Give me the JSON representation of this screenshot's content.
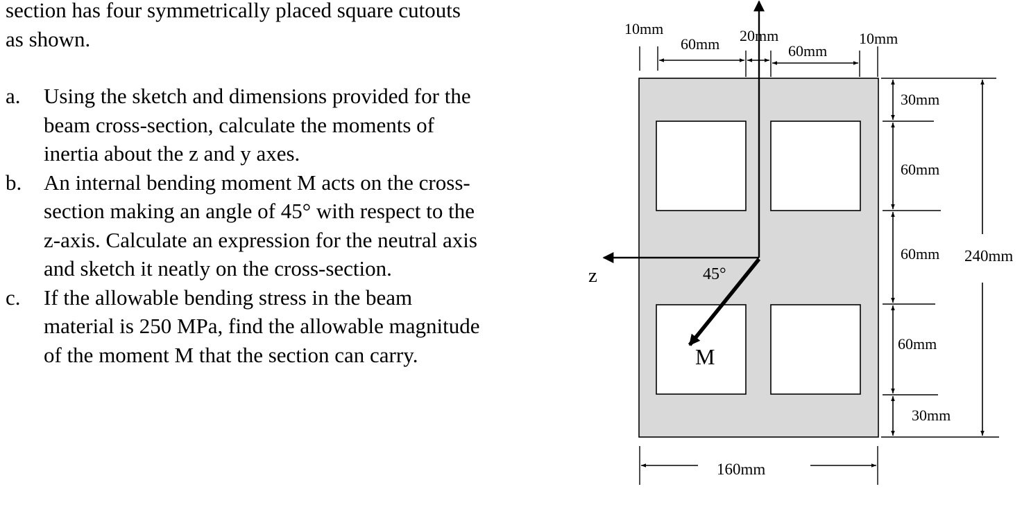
{
  "problem": {
    "intro_line_1": "section has four symmetrically placed square cutouts",
    "intro_line_2": "as shown.",
    "parts": [
      {
        "marker": "a.",
        "lines": [
          "Using the sketch and dimensions provided for the",
          "beam cross-section, calculate the moments of",
          "inertia about the z and y axes."
        ]
      },
      {
        "marker": "b.",
        "lines": [
          "An internal bending moment M acts on the cross-",
          "section making an angle of 45° with respect to the",
          "z-axis.  Calculate an expression for the neutral axis",
          "and sketch it neatly on the cross-section."
        ]
      },
      {
        "marker": "c.",
        "lines": [
          "If the allowable bending stress in the beam",
          "material is 250 MPa, find the allowable magnitude",
          "of the moment M that the section can carry."
        ]
      }
    ]
  },
  "figure": {
    "dims_top": [
      "10mm",
      "60mm",
      "20mm",
      "60mm",
      "10mm"
    ],
    "dims_right": [
      "30mm",
      "60mm",
      "60mm",
      "60mm",
      "30mm"
    ],
    "overall_height": "240mm",
    "overall_width": "160mm",
    "axis_z_label": "z",
    "angle_label": "45°",
    "moment_label": "M",
    "section_fill": "#d9d9d9",
    "cutout_fill": "#ffffff"
  }
}
